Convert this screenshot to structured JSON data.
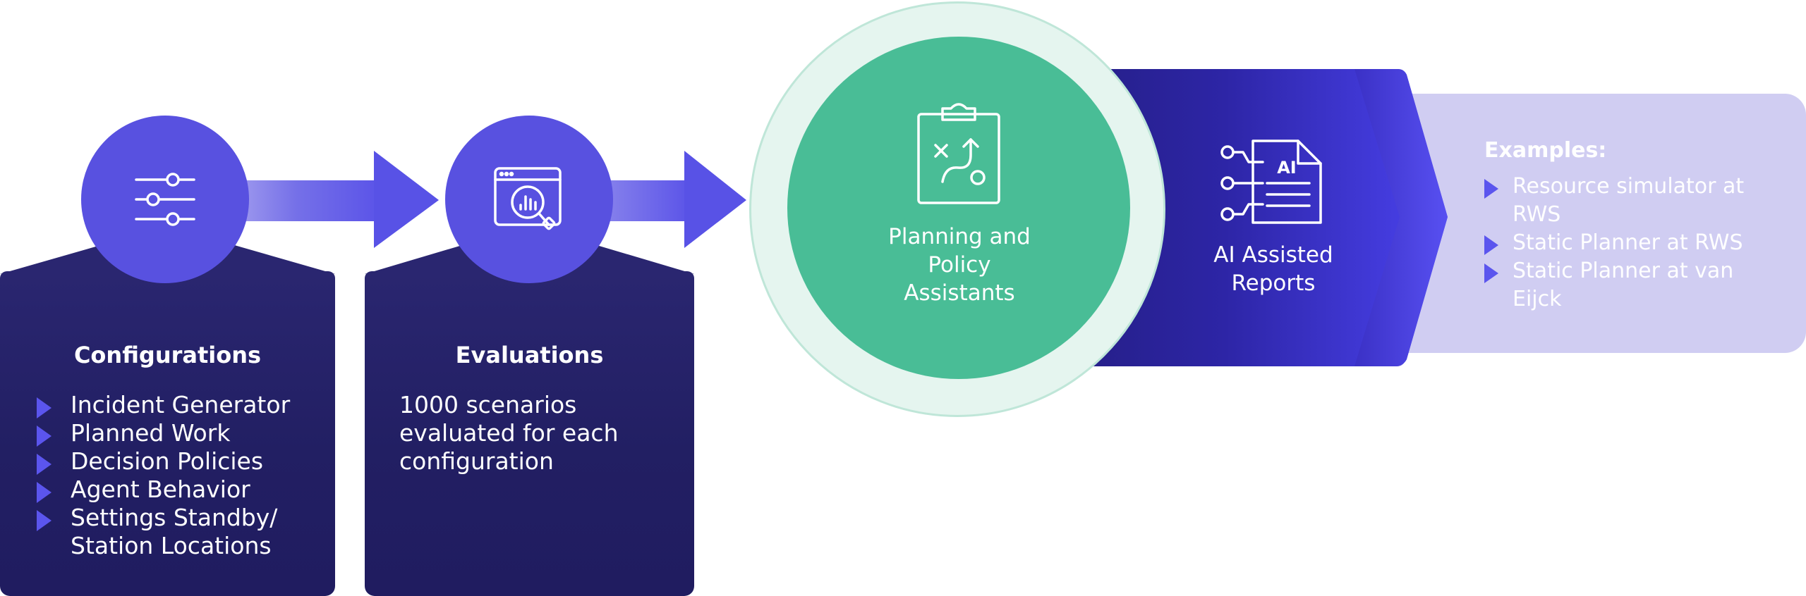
{
  "steps": [
    {
      "title": "Configurations",
      "icon": "sliders-icon",
      "items": [
        "Incident Generator",
        "Planned Work",
        "Decision Policies",
        "Agent Behavior",
        "Settings Standby/ Station Locations"
      ]
    },
    {
      "title": "Evaluations",
      "icon": "browser-magnifier-icon",
      "text": "1000 scenarios evaluated for each configuration"
    },
    {
      "title": "Planning and Policy Assistants",
      "icon": "clipboard-strategy-icon"
    },
    {
      "title": "AI Assisted Reports",
      "icon": "ai-document-icon",
      "icon_text": "AI"
    }
  ],
  "examples": {
    "title": "Examples:",
    "items": [
      "Resource simulator at RWS",
      "Static Planner at RWS",
      "Static Planner at van Eijck"
    ]
  },
  "colors": {
    "accent": "#5851e0",
    "panel": "#221f63",
    "green": "#49bd96",
    "light_green_ring": "#e3f4ee",
    "banner_dark": "#2a2380",
    "banner_light": "#4f46ef",
    "examples_bg": "#d0cdf2"
  }
}
